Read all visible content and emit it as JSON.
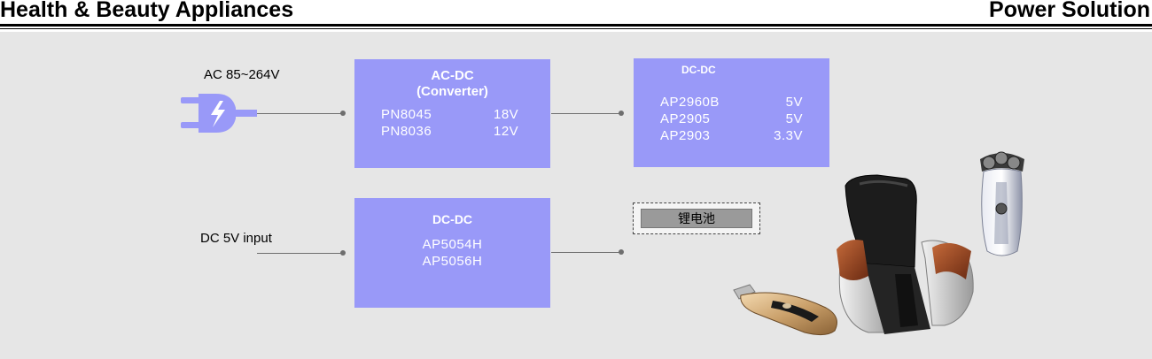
{
  "header": {
    "title_left": "Health & Beauty  Appliances",
    "title_right": "Power Solution"
  },
  "inputs": {
    "ac": "AC 85~264V",
    "dc": "DC  5V  input"
  },
  "blocks": {
    "acdc": {
      "title_line1": "AC-DC",
      "title_line2": "(Converter)",
      "rows": [
        {
          "part": "PN8045",
          "volt": "18V"
        },
        {
          "part": "PN8036",
          "volt": "12V"
        }
      ]
    },
    "dcdc_top": {
      "title": "DC-DC",
      "rows": [
        {
          "part": "AP2960B",
          "volt": "5V"
        },
        {
          "part": "AP2905",
          "volt": "5V"
        },
        {
          "part": "AP2903",
          "volt": "3.3V"
        }
      ]
    },
    "dcdc_bottom": {
      "title": "DC-DC",
      "rows": [
        {
          "part": "AP5054H"
        },
        {
          "part": "AP5056H"
        }
      ]
    }
  },
  "battery": {
    "label": "锂电池"
  },
  "icons": {
    "plug": "power-plug-icon",
    "clipper": "hair-clipper-image",
    "chair": "massage-chair-image",
    "shaver": "electric-shaver-image"
  },
  "colors": {
    "block": "#9999f8",
    "plug": "#9999f8",
    "background": "#e6e6e6"
  }
}
